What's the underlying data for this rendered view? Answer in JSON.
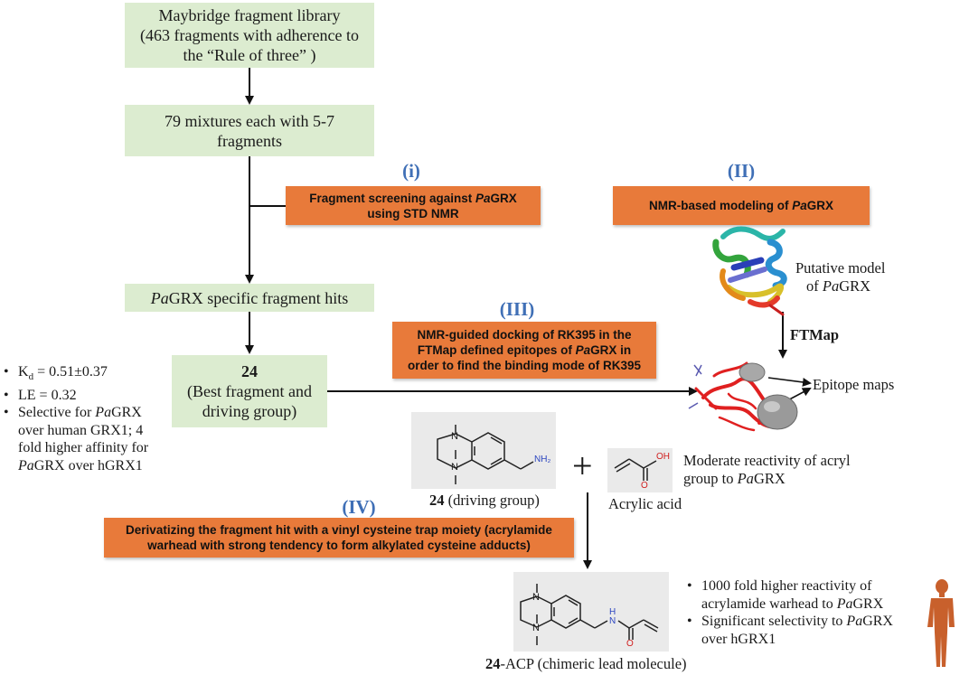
{
  "boxes": {
    "library": {
      "line1": "Maybridge fragment library",
      "line2": "(463 fragments with adherence to",
      "line3": "the “Rule of three” )"
    },
    "mixtures": {
      "line1": "79 mixtures each with 5-7",
      "line2": "fragments"
    },
    "hits": {
      "pre": "Pa",
      "post": "GRX specific fragment hits"
    },
    "best": {
      "num": "24",
      "line2": "(Best fragment and",
      "line3": "driving group)"
    }
  },
  "steps": {
    "i": {
      "label": "(i)",
      "line1_pre": "Fragment screening against ",
      "line1_italic": "Pa",
      "line1_post": "GRX",
      "line2": "using STD NMR"
    },
    "ii": {
      "label": "(II)",
      "pre": "NMR-based modeling of ",
      "italic": "Pa",
      "post": "GRX"
    },
    "iii": {
      "label": "(III)",
      "line1": "NMR-guided docking of RK395 in the",
      "line2_pre": "FTMap defined epitopes of ",
      "line2_italic": "Pa",
      "line2_post": "GRX in",
      "line3": "order to find the binding mode of RK395"
    },
    "iv": {
      "label": "(IV)",
      "line1": "Derivatizing the fragment hit with a vinyl cysteine trap moiety (acrylamide",
      "line2": "warhead with strong tendency to form alkylated cysteine adducts)"
    }
  },
  "model": {
    "line1": "Putative model",
    "line2_pre": "of ",
    "line2_italic": "Pa",
    "line2_post": "GRX",
    "ftmap": "FTMap",
    "epitope": "Epitope maps"
  },
  "left_bullets": {
    "kd_k": "K",
    "kd_sub": "d",
    "kd_rest": " = 0.51±0.37",
    "le": "LE = 0.32",
    "sel_l1_pre": "Selective for ",
    "sel_l1_italic": "Pa",
    "sel_l1_post": "GRX",
    "sel_l2": "over human GRX1; 4",
    "sel_l3": "fold higher affinity for",
    "sel_l4_italic": "Pa",
    "sel_l4_post": "GRX over hGRX1"
  },
  "molecules": {
    "driving_num": "24",
    "driving_rest": " (driving group)",
    "nh2": "NH₂",
    "oh": "OH",
    "o": "O",
    "n": "N",
    "h": "H",
    "plus": "+",
    "acrylic": "Acrylic acid",
    "reactivity_l1": "Moderate reactivity of acryl",
    "reactivity_l2_pre": "group to ",
    "reactivity_l2_italic": "Pa",
    "reactivity_l2_post": "GRX",
    "lead_num": "24",
    "lead_rest": "-ACP (chimeric lead molecule)"
  },
  "right_bullets": {
    "b1_l1": "1000 fold higher reactivity of",
    "b1_l2_pre": "acrylamide warhead to ",
    "b1_l2_italic": "Pa",
    "b1_l2_post": "GRX",
    "b2_l1_pre": "Significant selectivity to ",
    "b2_l1_italic": "Pa",
    "b2_l1_post": "GRX",
    "b2_l2": "over hGRX1"
  },
  "colors": {
    "green_box": "#dcecd0",
    "orange_box": "#e87a3a",
    "step_label": "#3f6fb6",
    "protein_red": "#e02020",
    "human_figure": "#c8602c"
  }
}
